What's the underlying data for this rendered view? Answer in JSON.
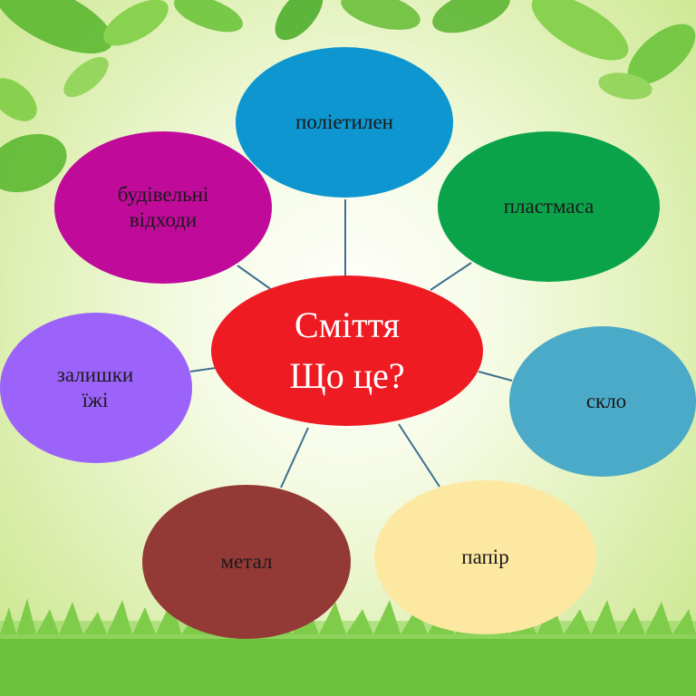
{
  "center": {
    "line1": "Сміття",
    "line2": "Що це?",
    "color": "#ee1b23"
  },
  "nodes": [
    {
      "id": "polietylen",
      "label": "поліетилен",
      "color": "#0d96cf"
    },
    {
      "id": "plastmasa",
      "label": "пластмаса",
      "color": "#0ba34a"
    },
    {
      "id": "sklo",
      "label": "скло",
      "color": "#4baac7"
    },
    {
      "id": "papir",
      "label": "папір",
      "color": "#fde8a2"
    },
    {
      "id": "metal",
      "label": "метал",
      "color": "#933a36"
    },
    {
      "id": "zalyshky",
      "label": "залишки\nїжі",
      "color": "#9b63f9"
    },
    {
      "id": "budivelni",
      "label": "будівельні\nвідходи",
      "color": "#bf0a9a"
    }
  ],
  "connector_color": "#3f6f8f",
  "leaf_color": "#4fae2c",
  "grass_color": "#6cc23a"
}
